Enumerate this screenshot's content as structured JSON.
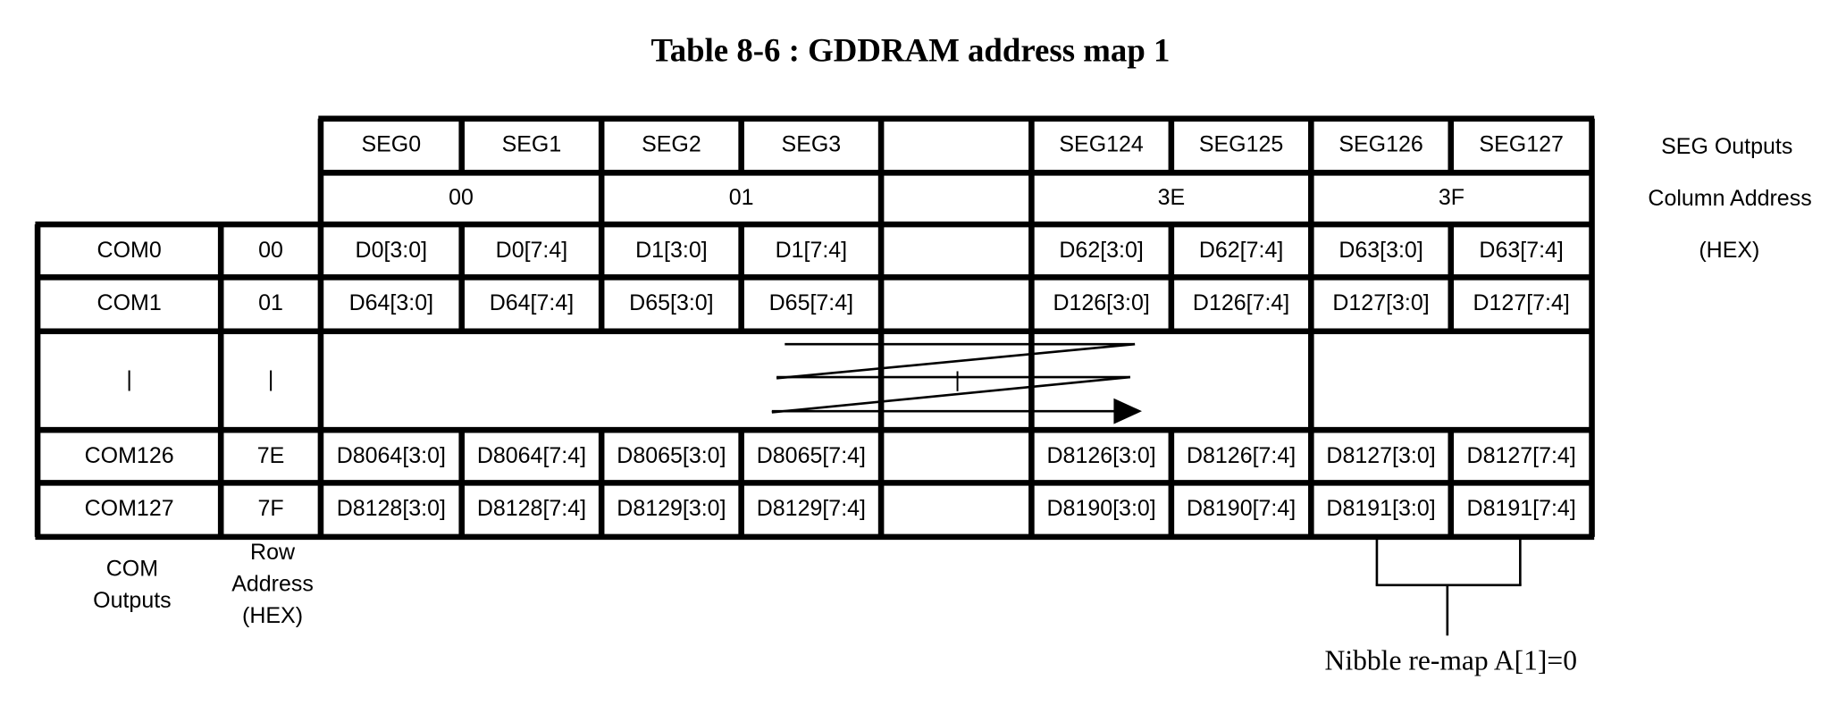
{
  "title": "Table 8-6 : GDDRAM address map 1",
  "seg_headers": [
    "SEG0",
    "SEG1",
    "SEG2",
    "SEG3",
    "SEG124",
    "SEG125",
    "SEG126",
    "SEG127"
  ],
  "col_addresses": [
    "00",
    "01",
    "3E",
    "3F"
  ],
  "rows": [
    {
      "com": "COM0",
      "addr": "00",
      "cells": [
        "D0[3:0]",
        "D0[7:4]",
        "D1[3:0]",
        "D1[7:4]",
        "D62[3:0]",
        "D62[7:4]",
        "D63[3:0]",
        "D63[7:4]"
      ]
    },
    {
      "com": "COM1",
      "addr": "01",
      "cells": [
        "D64[3:0]",
        "D64[7:4]",
        "D65[3:0]",
        "D65[7:4]",
        "D126[3:0]",
        "D126[7:4]",
        "D127[3:0]",
        "D127[7:4]"
      ]
    },
    {
      "com": "|",
      "addr": "|",
      "cells": []
    },
    {
      "com": "COM126",
      "addr": "7E",
      "cells": [
        "D8064[3:0]",
        "D8064[7:4]",
        "D8065[3:0]",
        "D8065[7:4]",
        "D8126[3:0]",
        "D8126[7:4]",
        "D8127[3:0]",
        "D8127[7:4]"
      ]
    },
    {
      "com": "COM127",
      "addr": "7F",
      "cells": [
        "D8128[3:0]",
        "D8128[7:4]",
        "D8129[3:0]",
        "D8129[7:4]",
        "D8190[3:0]",
        "D8190[7:4]",
        "D8191[3:0]",
        "D8191[7:4]"
      ]
    }
  ],
  "right_labels": {
    "seg_outputs": "SEG Outputs",
    "column_address": "Column Address",
    "hex": "(HEX)"
  },
  "bottom_labels": {
    "com_outputs": "COM\nOutputs",
    "row_address": "Row\nAddress\n(HEX)"
  },
  "nibble_note": "Nibble re-map A[1]=0"
}
